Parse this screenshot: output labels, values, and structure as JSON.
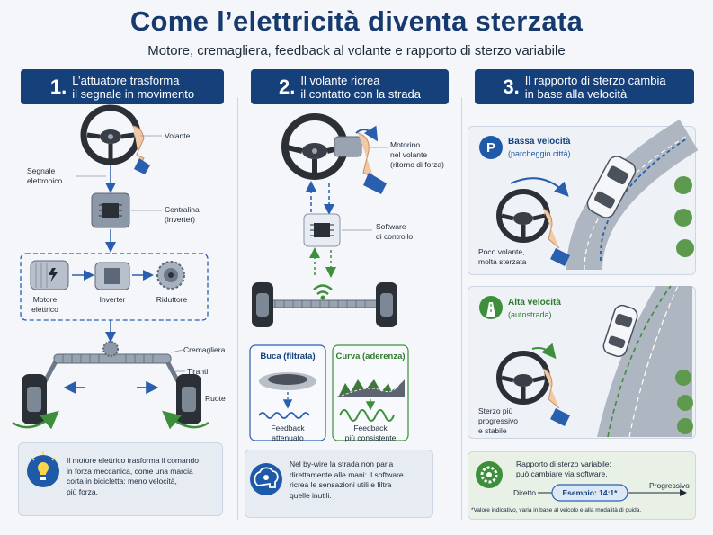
{
  "title": "Come l’elettricità diventa sterzata",
  "subtitle": "Motore, cremagliera, feedback al volante e rapporto di sterzo variabile",
  "sections": [
    {
      "num": "1.",
      "title_line1": "L’attuatore trasforma",
      "title_line2": "il segnale in movimento"
    },
    {
      "num": "2.",
      "title_line1": "Il volante ricrea",
      "title_line2": "il contatto con la strada"
    },
    {
      "num": "3.",
      "title_line1": "Il rapporto di sterzo cambia",
      "title_line2": "in base alla velocità"
    }
  ],
  "col1": {
    "volante": "Volante",
    "segnale_line1": "Segnale",
    "segnale_line2": "elettronico",
    "centralina_line1": "Centralina",
    "centralina_line2": "(inverter)",
    "motore_line1": "Motore",
    "motore_line2": "elettrico",
    "inverter": "Inverter",
    "riduttore": "Riduttore",
    "cremagliera": "Cremagliera",
    "tiranti": "Tiranti",
    "ruote": "Ruote",
    "info_lines": [
      "Il motore elettrico trasforma il comando",
      "in forza meccanica, come una marcia",
      "corta in bicicletta: meno velocità,",
      "più forza."
    ]
  },
  "col2": {
    "motorino_line1": "Motorino",
    "motorino_line2": "nel volante",
    "motorino_line3": "(ritorno di forza)",
    "software_line1": "Software",
    "software_line2": "di controllo",
    "buca_title": "Buca (filtrata)",
    "buca_caption_line1": "Feedback",
    "buca_caption_line2": "attenuato",
    "curva_title": "Curva (aderenza)",
    "curva_caption_line1": "Feedback",
    "curva_caption_line2": "più consistente",
    "info_lines": [
      "Nel by-wire la strada non parla",
      "direttamente alle mani: il software",
      "ricrea le sensazioni utili e filtra",
      "quelle inutili."
    ]
  },
  "col3": {
    "low_title": "Bassa velocità",
    "low_sub": "(parcheggio città)",
    "low_caption_line1": "Poco volante,",
    "low_caption_line2": "molta sterzata",
    "high_title": "Alta velocità",
    "high_sub": "(autostrada)",
    "high_caption_line1": "Sterzo più",
    "high_caption_line2": "progressivo",
    "high_caption_line3": "e stabile",
    "ratio_title_line1": "Rapporto di sterzo variabile:",
    "ratio_title_line2": "può cambiare via software.",
    "diretto": "Diretto",
    "esempio": "Esempio: 14:1*",
    "progressivo": "Progressivo",
    "footnote": "*Valore indicativo, varia in base al veicolo e alla modalità di guida."
  },
  "colors": {
    "navy": "#15407a",
    "accent_blue": "#2a5fb0",
    "green": "#3d8f3b",
    "panel": "#e7ecf3"
  }
}
